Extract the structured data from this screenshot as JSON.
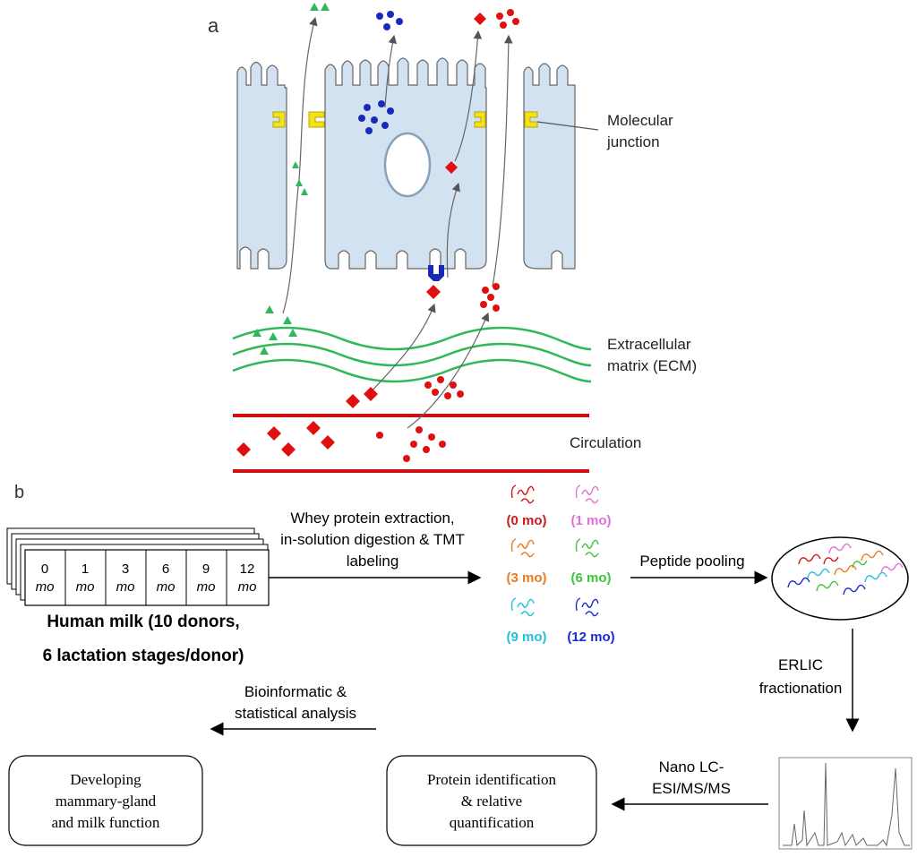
{
  "panel_a": {
    "label": "a",
    "molecular_junction": [
      "Molecular",
      "junction"
    ],
    "ecm": [
      "Extracellular",
      "matrix (ECM)"
    ],
    "circulation": "Circulation"
  },
  "panel_b": {
    "label": "b",
    "milk_stages": [
      {
        "num": "0",
        "unit": "mo"
      },
      {
        "num": "1",
        "unit": "mo"
      },
      {
        "num": "3",
        "unit": "mo"
      },
      {
        "num": "6",
        "unit": "mo"
      },
      {
        "num": "9",
        "unit": "mo"
      },
      {
        "num": "12",
        "unit": "mo"
      }
    ],
    "milk_caption": [
      "Human milk (10 donors,",
      "6 lactation stages/donor)"
    ],
    "step1": [
      "Whey protein extraction,",
      "in-solution digestion & TMT",
      "labeling"
    ],
    "tmt_labels": [
      {
        "text": "(0 mo)",
        "color": "#d01818"
      },
      {
        "text": "(1 mo)",
        "color": "#e070d8"
      },
      {
        "text": "(3 mo)",
        "color": "#ec7a1c"
      },
      {
        "text": "(6 mo)",
        "color": "#3cc43c"
      },
      {
        "text": "(9 mo)",
        "color": "#22c0d8"
      },
      {
        "text": "(12 mo)",
        "color": "#1a2ad0"
      }
    ],
    "step2": "Peptide pooling",
    "step3": [
      "ERLIC",
      "fractionation"
    ],
    "step4": [
      "Nano LC-",
      "ESI/MS/MS"
    ],
    "box_protein": [
      "Protein identification",
      "& relative",
      "quantification"
    ],
    "step5": [
      "Bioinformatic &",
      "statistical analysis"
    ],
    "box_final": [
      "Developing",
      "mammary-gland",
      "and milk function"
    ]
  }
}
